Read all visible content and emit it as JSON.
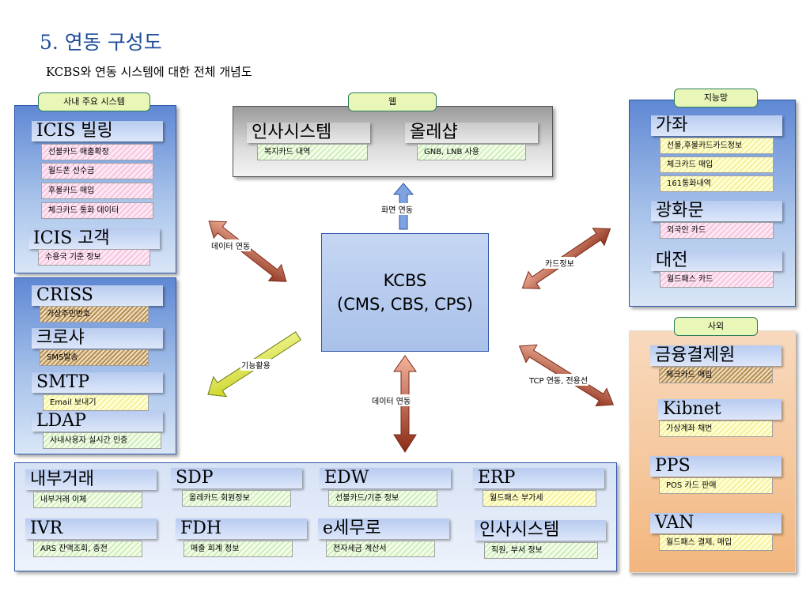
{
  "title": "5. 연동 구성도",
  "subtitle": "KCBS와 연동 시스템에 대한 전체 개념도",
  "center": {
    "line1": "KCBS",
    "line2": "(CMS, CBS, CPS)"
  },
  "left_top": {
    "tag": "사내 주요 시스템",
    "icis_billing": {
      "name": "ICIS 빌링",
      "items": [
        "선불카드 매출확정",
        "월드폰 선수금",
        "후불카드 매입",
        "체크카드 통화 데이터"
      ]
    },
    "icis_customer": {
      "name": "ICIS 고객",
      "items": [
        "수용국 기준 정보"
      ]
    }
  },
  "left_mid": {
    "criss": {
      "name": "CRISS",
      "item": "가상주민번호"
    },
    "crosha": {
      "name": "크로샤",
      "item": "SMS발송"
    },
    "smtp": {
      "name": "SMTP",
      "item": "Email 보내기"
    },
    "ldap": {
      "name": "LDAP",
      "item": "사내사용자 실시간 인증"
    }
  },
  "web": {
    "tag": "웹",
    "hr": {
      "name": "인사시스템",
      "item": "복지카드 내역"
    },
    "olleh": {
      "name": "올레샵",
      "item": "GNB, LNB 사용"
    }
  },
  "right_top": {
    "tag": "지능망",
    "gajwa": {
      "name": "가좌",
      "items": [
        "선불,후불카드카드정보",
        "체크카드 매입",
        "161통화내역"
      ]
    },
    "gwanghwamun": {
      "name": "광화문",
      "items": [
        "외국인 카드"
      ]
    },
    "daejeon": {
      "name": "대전",
      "items": [
        "월드패스 카드"
      ]
    }
  },
  "right_bottom": {
    "tag": "사외",
    "kftc": {
      "name": "금융결제원",
      "item": "체크카드 매입"
    },
    "kibnet": {
      "name": "Kibnet",
      "item": "가상계좌 채번"
    },
    "pps": {
      "name": "PPS",
      "item": "POS 카드 판매"
    },
    "van": {
      "name": "VAN",
      "item": "월드패스 결제, 매입"
    }
  },
  "bottom": {
    "internal": {
      "name": "내부거래",
      "item": "내부거래 이체"
    },
    "sdp": {
      "name": "SDP",
      "item": "올레카드 회원정보"
    },
    "edw": {
      "name": "EDW",
      "item": "선불카드/기준 정보"
    },
    "erp": {
      "name": "ERP",
      "item": "월드패스 부가세"
    },
    "ivr": {
      "name": "IVR",
      "item": "ARS 잔액조회, 충전"
    },
    "fdh": {
      "name": "FDH",
      "item": "매출 회계 정보"
    },
    "etax": {
      "name": "e세무로",
      "item": "전자세금 계산서"
    },
    "hr": {
      "name": "인사시스템",
      "item": "직원, 부서 정보"
    }
  },
  "links": {
    "data_left": "데이터 연동",
    "screen": "화면 연동",
    "card_info": "카드정보",
    "function": "기능활용",
    "data_bottom": "데이터 연동",
    "tcp": "TCP 연동, 전용선"
  }
}
